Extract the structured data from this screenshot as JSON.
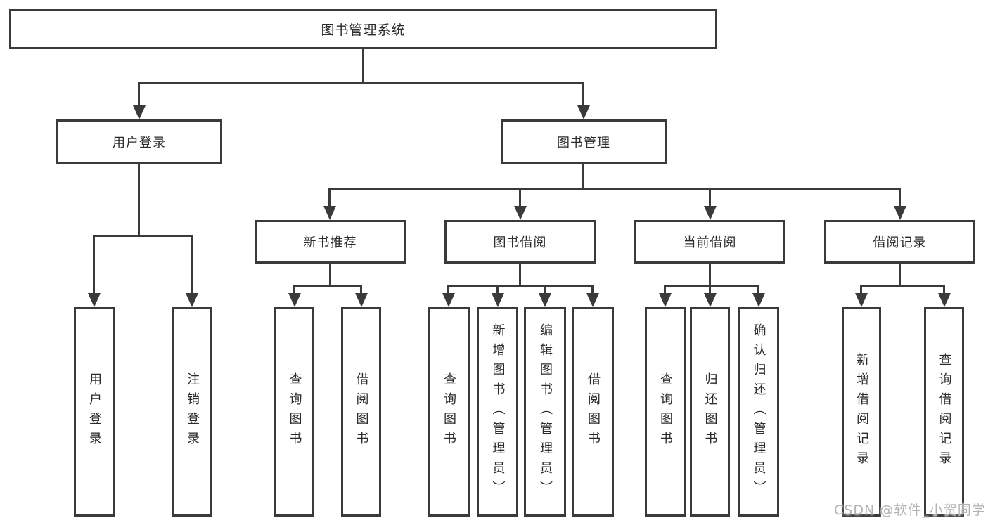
{
  "tree": {
    "label": "图书管理系统",
    "children": [
      {
        "label": "用户登录",
        "children": [
          {
            "label": "用户登录"
          },
          {
            "label": "注销登录"
          }
        ]
      },
      {
        "label": "图书管理",
        "children": [
          {
            "label": "新书推荐",
            "children": [
              {
                "label": "查询图书"
              },
              {
                "label": "借阅图书"
              }
            ]
          },
          {
            "label": "图书借阅",
            "children": [
              {
                "label": "查询图书"
              },
              {
                "label": "新增图书（管理员）"
              },
              {
                "label": "编辑图书（管理员）"
              },
              {
                "label": "借阅图书"
              }
            ]
          },
          {
            "label": "当前借阅",
            "children": [
              {
                "label": "查询图书"
              },
              {
                "label": "归还图书"
              },
              {
                "label": "确认归还（管理员）"
              }
            ]
          },
          {
            "label": "借阅记录",
            "children": [
              {
                "label": "新增借阅记录"
              },
              {
                "label": "查询借阅记录"
              }
            ]
          }
        ]
      }
    ]
  },
  "watermark": {
    "text": "CSDN @软件_小贺同学"
  },
  "colors": {
    "line": "#3a3a3a",
    "text": "#2b2b2b",
    "background": "#ffffff",
    "watermark": "#b3b3b3"
  }
}
